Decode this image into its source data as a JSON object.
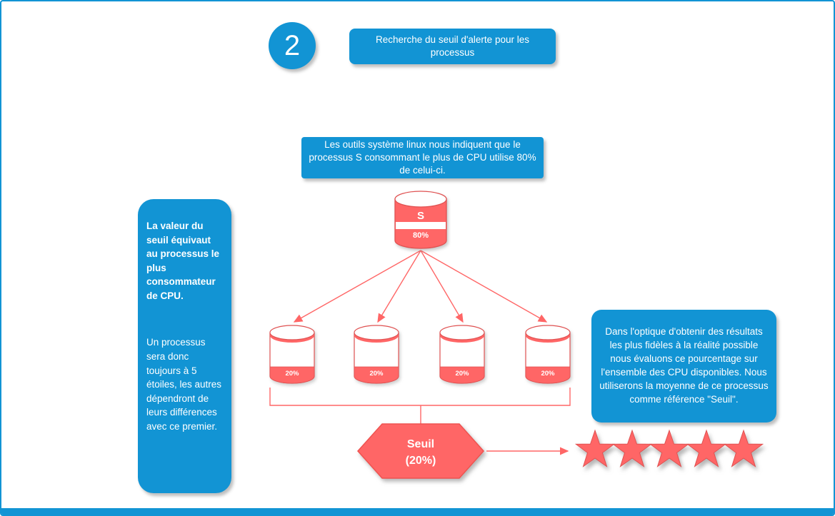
{
  "colors": {
    "accent_blue": "#1294d4",
    "accent_salmon": "#ff6666",
    "salmon_stroke": "#e05252"
  },
  "step": {
    "number": "2",
    "title": "Recherche du seuil d'alerte pour les processus"
  },
  "note_top": {
    "text": "Les outils système linux nous indiquent que le processus S consommant le plus de CPU utilise 80% de celui-ci."
  },
  "left_panel": {
    "heading": "La valeur du seuil équivaut au processus le plus consommateur de CPU.",
    "body": "Un processus sera donc toujours à 5 étoiles, les autres dépendront de leurs différences avec ce premier."
  },
  "right_panel": {
    "text": "Dans l'optique d'obtenir des résultats les plus fidèles à la réalité possible nous évaluons ce pourcentage sur l'ensemble des CPU disponibles. Nous utiliserons la moyenne de ce processus comme référence \"Seuil\"."
  },
  "diagram": {
    "source": {
      "label": "S",
      "value": "80%"
    },
    "cpus": [
      {
        "value": "20%"
      },
      {
        "value": "20%"
      },
      {
        "value": "20%"
      },
      {
        "value": "20%"
      }
    ],
    "threshold": {
      "line1": "Seuil",
      "line2": "(20%)"
    },
    "stars_count": 5
  }
}
